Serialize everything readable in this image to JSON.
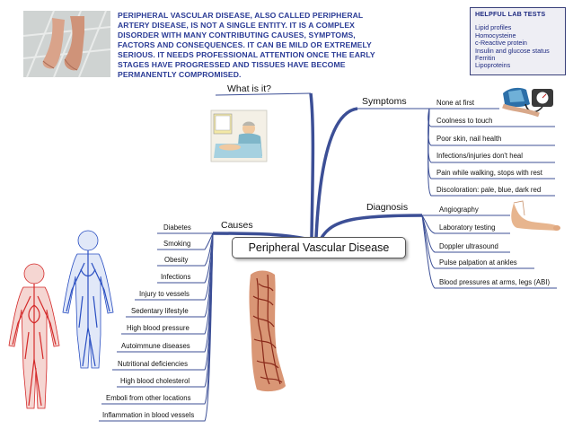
{
  "intro": {
    "text": "PERIPHERAL VASCULAR DISEASE, ALSO CALLED PERIPHERAL ARTERY DISEASE, IS NOT A SINGLE ENTITY.  IT IS A COMPLEX DISORDER WITH MANY CONTRIBUTING CAUSES, SYMPTOMS, FACTORS AND CONSEQUENCES.  IT CAN BE MILD OR EXTREMELY SERIOUS.  IT NEEDS PROFESSIONAL ATTENTION ONCE THE EARLY STAGES HAVE PROGRESSED AND TISSUES HAVE BECOME PERMANENTLY COMPROMISED."
  },
  "lab_tests": {
    "title": "HELPFUL LAB TESTS",
    "items": [
      "Lipid profiles",
      "Homocysteine",
      "c-Reactive protein",
      "Insulin and glucose status",
      "Ferritin",
      "Lipoproteins"
    ]
  },
  "central": {
    "label": "Peripheral Vascular Disease"
  },
  "branches": {
    "what": {
      "label": "What is it?"
    },
    "symptoms": {
      "label": "Symptoms",
      "items": [
        "None at first",
        "Coolness to touch",
        "Poor skin, nail health",
        "Infections/injuries don't heal",
        "Pain while walking, stops with rest",
        "Discoloration:  pale, blue, dark red"
      ]
    },
    "diagnosis": {
      "label": "Diagnosis",
      "items": [
        "Angiography",
        "Laboratory testing",
        "Doppler ultrasound",
        "Pulse palpation at ankles",
        "Blood pressures at arms, legs (ABI)"
      ]
    },
    "causes": {
      "label": "Causes",
      "items": [
        "Diabetes",
        "Smoking",
        "Obesity",
        "Infections",
        "Injury to vessels",
        "Sedentary lifestyle",
        "High blood pressure",
        "Autoimmune diseases",
        "Nutritional deficiencies",
        "High blood cholesterol",
        "Emboli from other locations",
        "Inflammation in blood vessels"
      ]
    }
  },
  "colors": {
    "branch": "#3c4f96",
    "intro_text": "#2a3b95",
    "arteries": "#d42a2a",
    "veins": "#2a4fc2"
  },
  "icons": [
    "swollen-feet-photo",
    "doctor-examining-patient",
    "blood-pressure-cuff",
    "foot-image",
    "leg-veins-image",
    "circulatory-system-figures"
  ]
}
